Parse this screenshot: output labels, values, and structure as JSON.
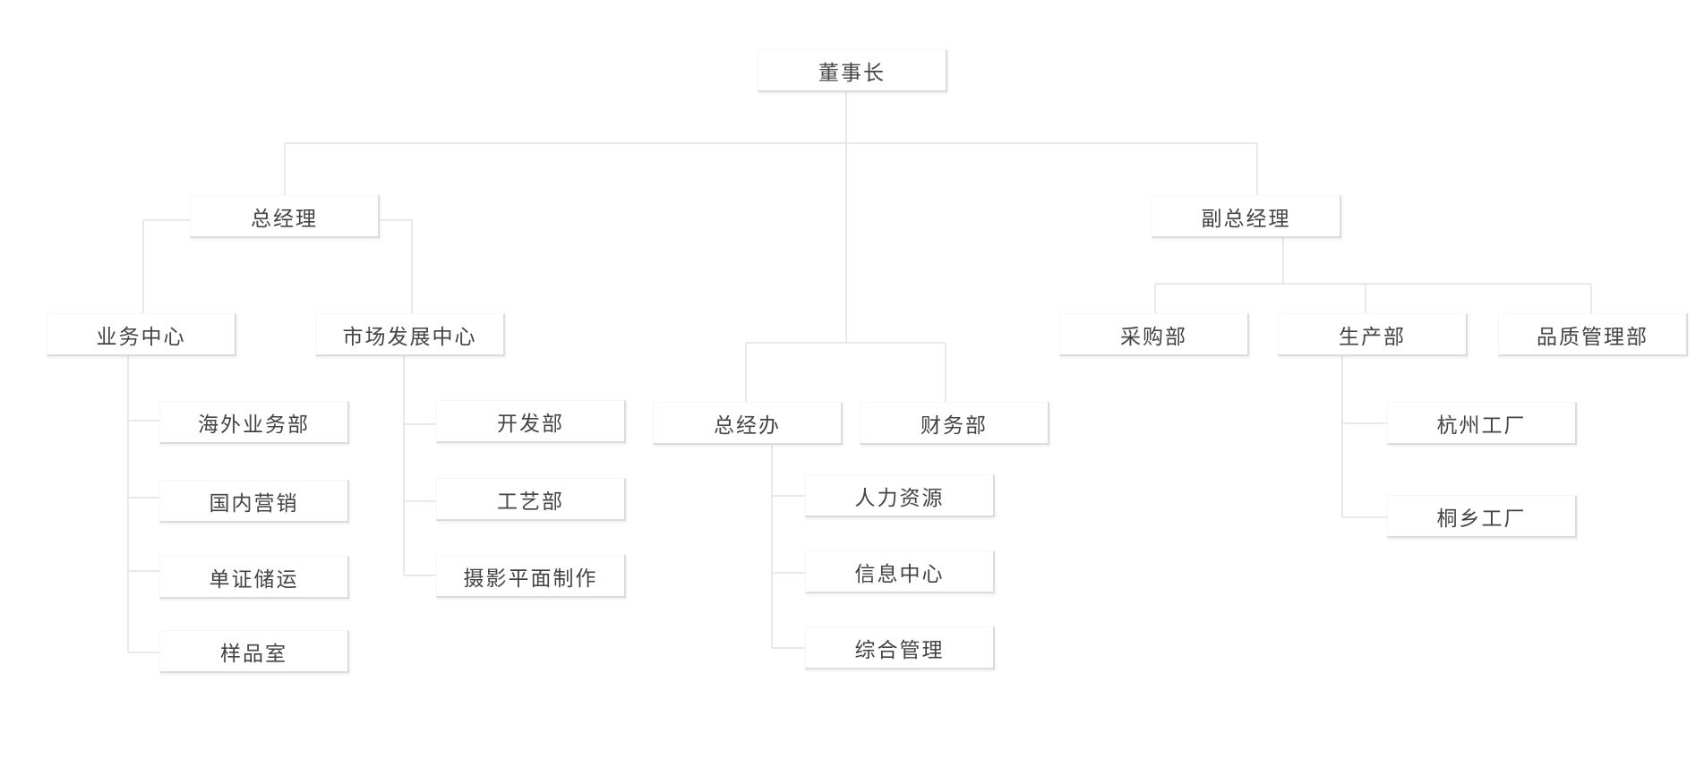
{
  "colors": {
    "line": "#e2e2e2",
    "box_shadow": "#dcdcdc",
    "text": "#444444",
    "background": "#ffffff"
  },
  "nodes": {
    "chairman": "董事长",
    "general_manager": "总经理",
    "deputy_general_manager": "副总经理",
    "business_center": "业务中心",
    "market_development_center": "市场发展中心",
    "overseas_business_dept": "海外业务部",
    "domestic_marketing": "国内营销",
    "documents_storage_shipping": "单证储运",
    "sample_room": "样品室",
    "development_dept": "开发部",
    "craft_dept": "工艺部",
    "photography_graphic_production": "摄影平面制作",
    "gm_office": "总经办",
    "finance_dept": "财务部",
    "human_resources": "人力资源",
    "information_center": "信息中心",
    "general_management": "综合管理",
    "purchasing_dept": "采购部",
    "production_dept": "生产部",
    "quality_management_dept": "品质管理部",
    "hangzhou_factory": "杭州工厂",
    "tongxiang_factory": "桐乡工厂"
  }
}
